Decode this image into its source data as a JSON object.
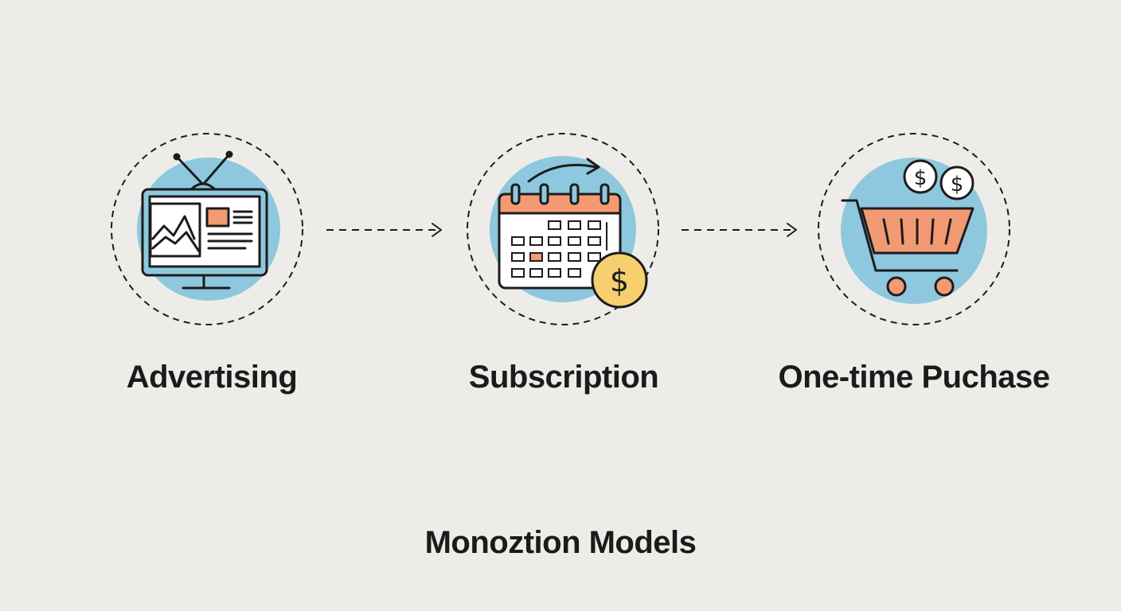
{
  "diagram": {
    "title": "Monoztion Models",
    "steps": [
      {
        "label": "Advertising",
        "icon": "tv-ad-icon"
      },
      {
        "label": "Subscription",
        "icon": "calendar-dollar-icon"
      },
      {
        "label": "One-time Puchase",
        "icon": "shopping-cart-icon"
      }
    ],
    "connectors": [
      "dashed-arrow",
      "dashed-arrow"
    ],
    "colors": {
      "background": "#eeece8",
      "circle_fill": "#8ec8de",
      "accent_orange": "#f39a72",
      "coin_yellow": "#f7cf6e",
      "stroke": "#1c1c1c"
    }
  }
}
